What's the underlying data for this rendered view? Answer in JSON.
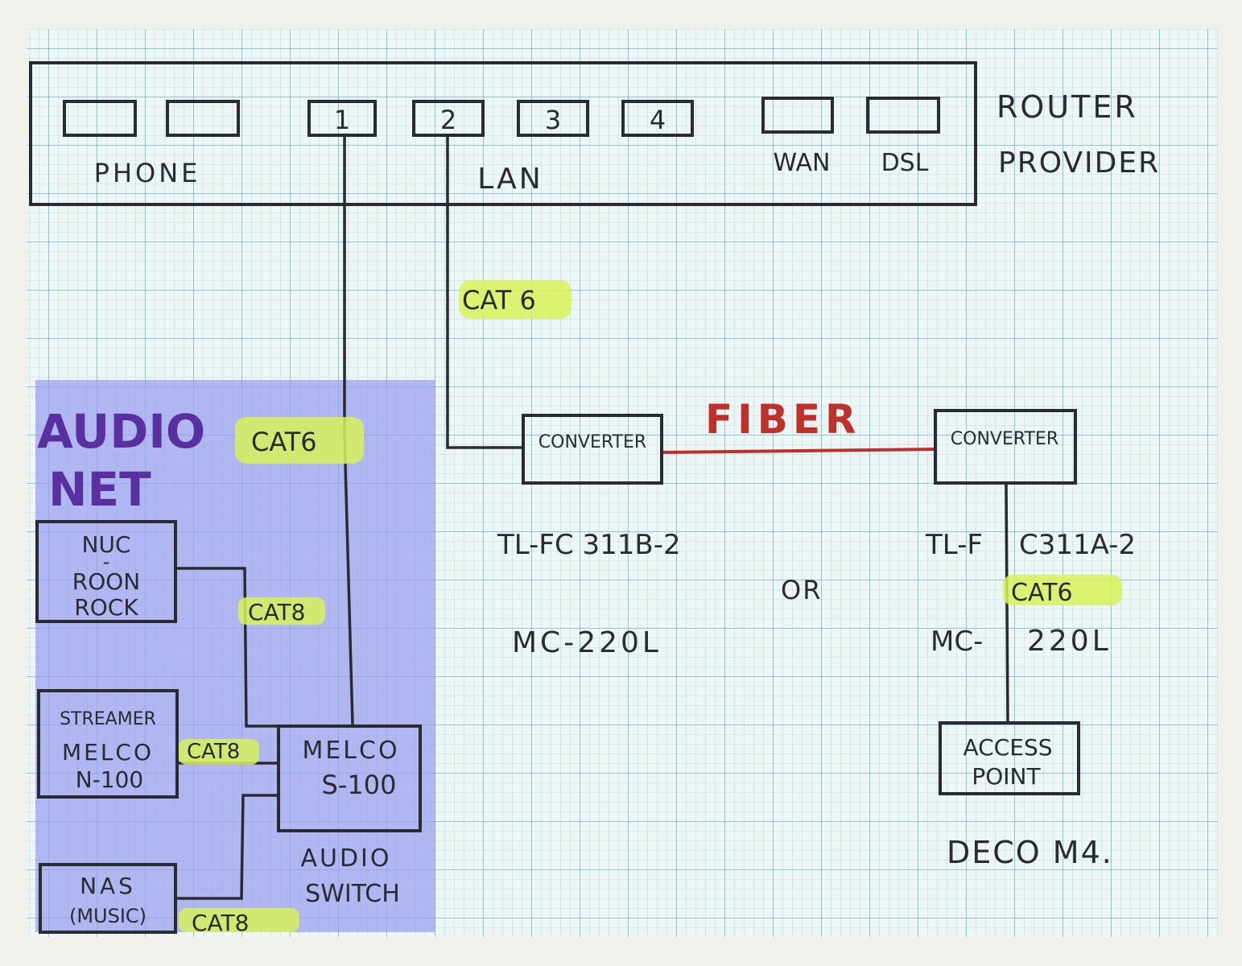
{
  "router": {
    "phone_label": "PHONE",
    "lan_label": "LAN",
    "lan_ports": [
      "1",
      "2",
      "3",
      "4"
    ],
    "wan_label": "WAN",
    "dsl_label": "DSL",
    "title_line1": "ROUTER",
    "title_line2": "PROVIDER"
  },
  "cables": {
    "cat6_main": "CAT 6",
    "cat6_audio": "CAT6",
    "cat8_nuc": "CAT8",
    "cat8_streamer": "CAT8",
    "cat8_nas": "CAT8",
    "cat6_ap": "CAT6",
    "fiber": "FIBER"
  },
  "audio_net": {
    "title_line1": "AUDIO",
    "title_line2": "NET",
    "nuc": [
      "NUC",
      "-",
      "ROON",
      "ROCK"
    ],
    "streamer": [
      "STREAMER",
      "MELCO",
      "N-100"
    ],
    "nas": [
      "NAS",
      "(MUSIC)"
    ],
    "switch": [
      "MELCO",
      "S-100"
    ],
    "switch_caption": [
      "AUDIO",
      "SWITCH"
    ]
  },
  "converters": {
    "left_label": "CONVERTER",
    "right_label": "CONVERTER",
    "left_model_1": "TL-FC 311B-2",
    "left_model_2": "MC-220L",
    "or": "OR",
    "right_model_1a": "TL-F",
    "right_model_1b": "C311A-2",
    "right_model_2a": "MC-",
    "right_model_2b": "220L"
  },
  "access_point": {
    "label": [
      "ACCESS",
      "POINT"
    ],
    "model": "DECO M4."
  },
  "colors": {
    "paper": "#f1f0ea",
    "grid": "#2e9bb0",
    "ink": "#2a2a33",
    "audio_zone": "#9a9ef0",
    "audio_title": "#5a2fa0",
    "highlight": "#d8f25a",
    "fiber": "#c0302a"
  }
}
